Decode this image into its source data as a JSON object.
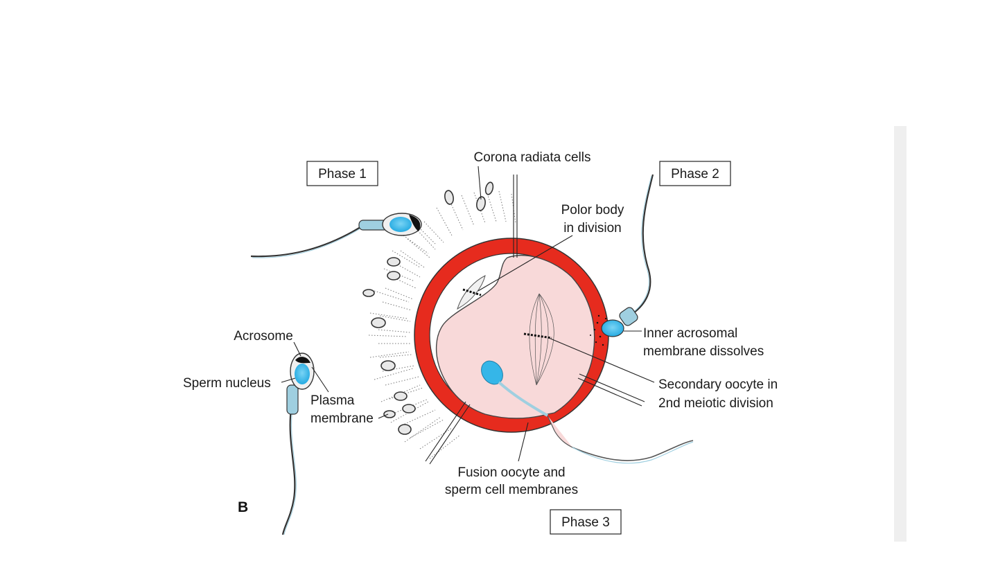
{
  "diagram": {
    "panel_letter": "B",
    "phases": {
      "phase1": "Phase 1",
      "phase2": "Phase 2",
      "phase3": "Phase 3"
    },
    "labels": {
      "corona_radiata": "Corona radiata cells",
      "polar_body_line1": "Polor body",
      "polar_body_line2": "in division",
      "acrosome": "Acrosome",
      "sperm_nucleus": "Sperm nucleus",
      "plasma_line1": "Plasma",
      "plasma_line2": "membrane",
      "inner_acrosomal_line1": "Inner acrosomal",
      "inner_acrosomal_line2": "membrane dissolves",
      "secondary_oocyte_line1": "Secondary oocyte in",
      "secondary_oocyte_line2": "2nd meiotic division",
      "fusion_line1": "Fusion oocyte and",
      "fusion_line2": "sperm cell membranes"
    },
    "colors": {
      "zona_pellucida": "#e62b1e",
      "oocyte": "#f8d9d9",
      "sperm_head": "#35b6e8",
      "sperm_tail": "#9fcfe0",
      "outline": "#222222"
    }
  }
}
